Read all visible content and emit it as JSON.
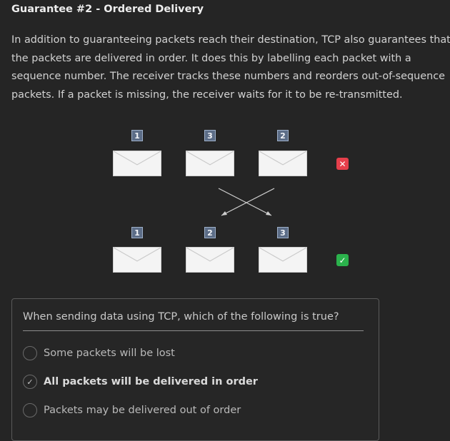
{
  "title": "Guarantee #2 - Ordered Delivery",
  "paragraph": [
    "In addition to guaranteeing packets reach their destination, TCP also guarantees that",
    "the packets are delivered in order. It does this by labelling each packet with a",
    "sequence number. The receiver tracks these numbers and reorders out-of-sequence",
    "packets. If a packet is missing, the receiver waits for it to be re-transmitted."
  ],
  "diagram": {
    "top_row": [
      "1",
      "3",
      "2"
    ],
    "bottom_row": [
      "1",
      "2",
      "3"
    ],
    "top_status_icon": "x-icon",
    "bottom_status_icon": "check-icon",
    "top_status_glyph": "✕",
    "bottom_status_glyph": "✓",
    "colors": {
      "bad": "#e53f4b",
      "good": "#2bb24c",
      "badge": "#5c6d87"
    }
  },
  "quiz": {
    "question": "When sending data using TCP, which of the following is true?",
    "options": [
      {
        "label": "Some packets will be lost",
        "selected": false
      },
      {
        "label": "All packets will be delivered in order",
        "selected": true
      },
      {
        "label": "Packets may be delivered out of order",
        "selected": false
      }
    ]
  }
}
